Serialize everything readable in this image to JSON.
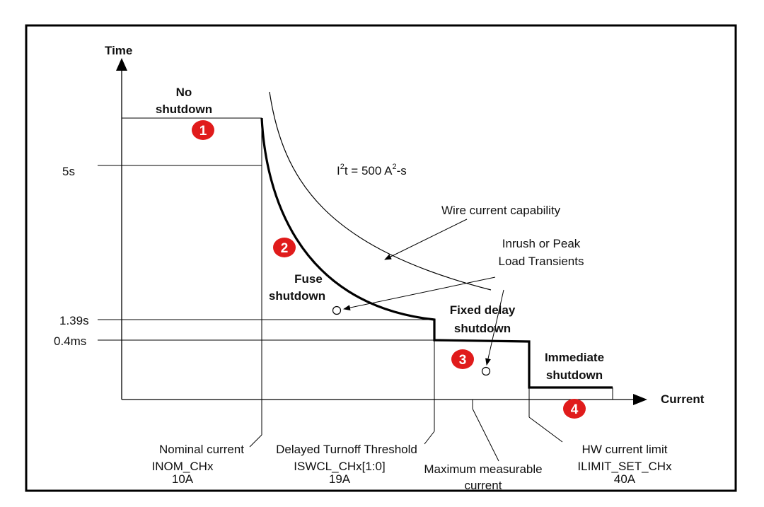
{
  "axes": {
    "y_title": "Time",
    "x_title": "Current"
  },
  "time_ticks": [
    "5s",
    "1.39s",
    "0.4ms"
  ],
  "regions": {
    "no_shutdown": [
      "No",
      "shutdown"
    ],
    "fuse_shutdown": [
      "Fuse",
      "shutdown"
    ],
    "fixed_delay": [
      "Fixed delay",
      "shutdown"
    ],
    "immediate": [
      "Immediate",
      "shutdown"
    ]
  },
  "badges": [
    "1",
    "2",
    "3",
    "4"
  ],
  "formula": {
    "base": "I",
    "exp1": "2",
    "mid": "t = 500 A",
    "exp2": "2",
    "tail": "-s"
  },
  "annotations": {
    "wire": "Wire current capability",
    "inrush": [
      "Inrush or Peak",
      "Load Transients"
    ]
  },
  "current_labels": {
    "nominal": [
      "Nominal current",
      "INOM_CHx",
      "10A"
    ],
    "delayed": [
      "Delayed Turnoff Threshold",
      "ISWCL_CHx[1:0]",
      "19A"
    ],
    "maximum": [
      "Maximum measurable",
      "current"
    ],
    "hw_limit": [
      "HW current limit",
      "ILIMIT_SET_CHx",
      "40A"
    ]
  },
  "colors": {
    "badge": "#e01b1b",
    "line": "#000000",
    "frame": "#000000"
  }
}
